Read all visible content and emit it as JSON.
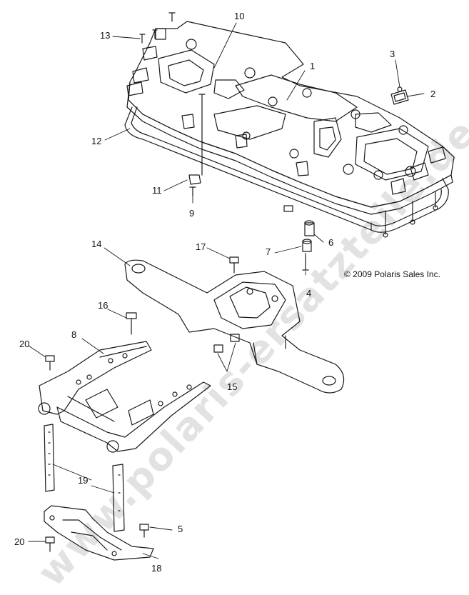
{
  "diagram": {
    "copyright": "© 2009 Polaris Sales Inc.",
    "watermark": "www.polaris-ersatzteile.de",
    "callouts": {
      "c1": "1",
      "c2": "2",
      "c3": "3",
      "c4": "4",
      "c5": "5",
      "c6": "6",
      "c7": "7",
      "c8": "8",
      "c9": "9",
      "c10": "10",
      "c11": "11",
      "c12": "12",
      "c13": "13",
      "c14": "14",
      "c15": "15",
      "c16": "16",
      "c17": "17",
      "c18": "18",
      "c19": "19",
      "c20a": "20",
      "c20b": "20"
    }
  }
}
